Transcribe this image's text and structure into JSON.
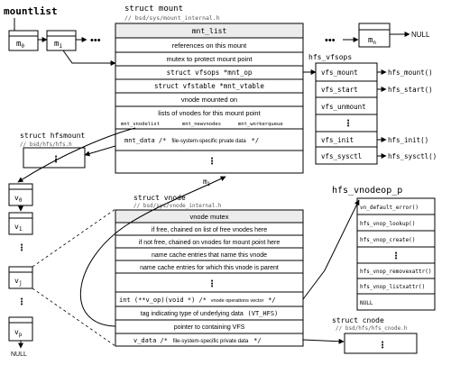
{
  "mountlist": {
    "title": "mountlist",
    "nodes": [
      "m0",
      "m1",
      "mn"
    ],
    "ellipsis": "•••",
    "null": "NULL"
  },
  "mount": {
    "struct": "struct mount",
    "path": "// bsd/sys/mount_internal.h",
    "header": "mnt_list",
    "rows": [
      "references on this mount",
      "mutex to protect mount point",
      "struct vfsops *mnt_op",
      "struct vfstable *mnt_vtable",
      "vnode mounted on",
      "lists of vnodes for this mount point"
    ],
    "lists": [
      "mnt_vnodelist",
      "mnt_newvnodes",
      "mnt_workerqueue"
    ],
    "data_field": "mnt_data /*",
    "data_comment": "file-system-specific prvate data",
    "data_end": "*/",
    "label": "mi"
  },
  "hfsmount": {
    "struct": "struct hfsmount",
    "path": "// bsd/hfs/hfs.h"
  },
  "vfsops": {
    "title": "hfs_vfsops",
    "rows": [
      "vfs_mount",
      "vfs_start",
      "vfs_unmount",
      "vfs_init",
      "vfs_sysctl"
    ],
    "targets": [
      "hfs_mount()",
      "hfs_start()",
      "hfs_init()",
      "hfs_sysctl()"
    ]
  },
  "vnodelist": {
    "nodes": [
      "v0",
      "v1",
      "vj",
      "vp"
    ],
    "null": "NULL"
  },
  "vnode": {
    "struct": "struct vnode",
    "path": "// bsd/sys/vnode_internal.h",
    "rows": [
      "vnode mutex",
      "if free, chained on list of free vnodes here",
      "if not free, chained on vnodes for mount point here",
      "name cache entries that name this vnode",
      "name cache entries for which this vnode is parent"
    ],
    "op_field": "int (**v_op)(void *) /*",
    "op_comment": "vnode operations vector",
    "op_end": "*/",
    "tag_text": "tag indicating type of underlying data",
    "tag_code": "(VT_HFS)",
    "vfs_ptr": "pointer to containing VFS",
    "data_field": "v_data /*",
    "data_comment": "file-system-specific private data",
    "data_end": "*/"
  },
  "vnodeop": {
    "title": "hfs_vnodeop_p",
    "rows": [
      "vn_default_error()",
      "hfs_vnop_lookup()",
      "hfs_vnop_create()",
      "hfs_vnop_removexattr()",
      "hfs_vnop_listxattr()",
      "NULL"
    ]
  },
  "cnode": {
    "struct": "struct cnode",
    "path": "// bsd/hfs/hfs_cnode.h"
  }
}
